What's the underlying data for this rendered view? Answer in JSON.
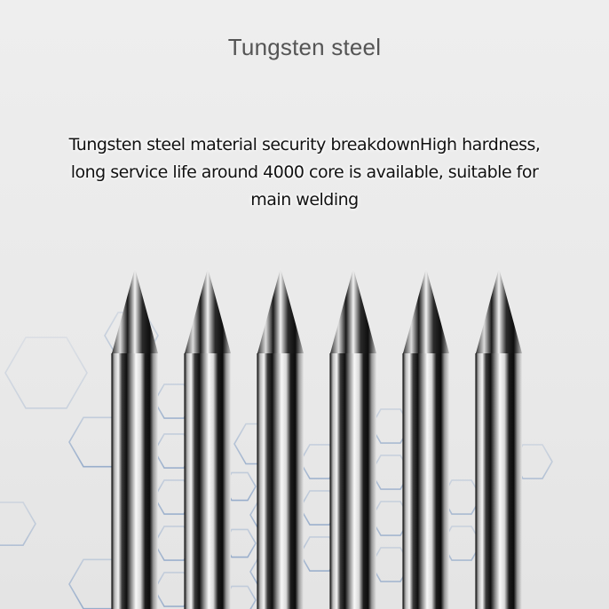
{
  "heading": {
    "title": "Tungsten steel"
  },
  "description": {
    "line1": "Tungsten steel material security breakdownHigh hardness,",
    "line2": "long service life around 4000 core is available, suitable for",
    "line3": "main welding"
  },
  "product": {
    "tip_count": 6
  },
  "colors": {
    "background": "#ececec",
    "title_text": "#555555",
    "body_text": "#111111",
    "hex_outline": "#9fb4cf",
    "metal_dark": "#161616",
    "metal_light": "#f5f5f5"
  }
}
